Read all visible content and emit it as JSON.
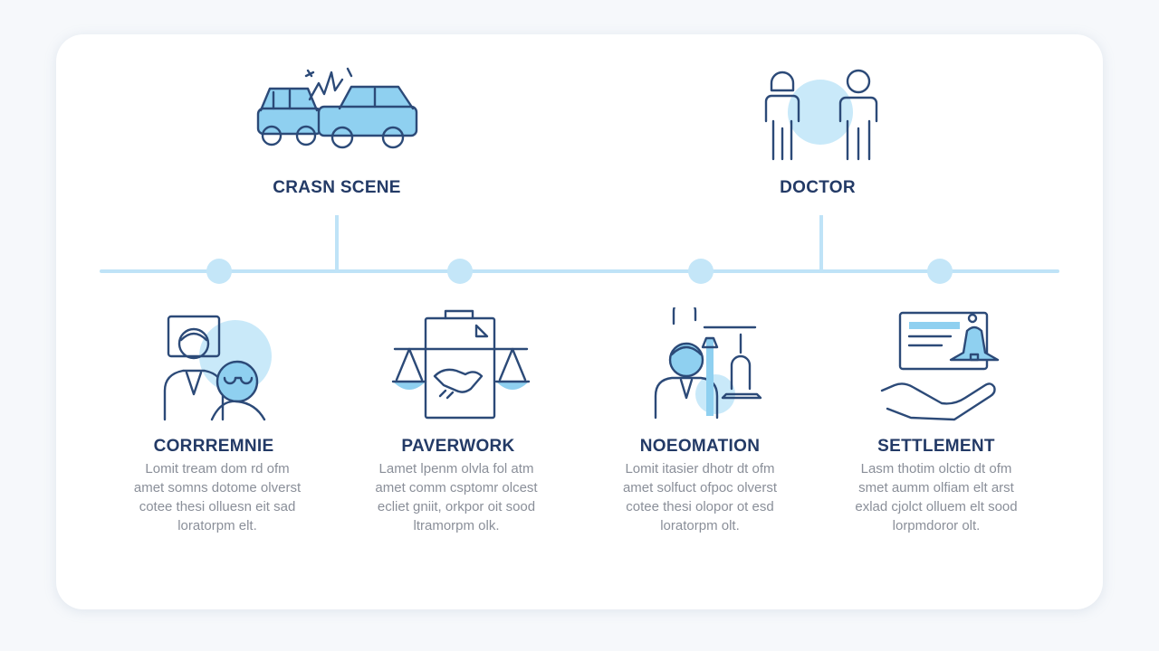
{
  "top_steps": [
    {
      "title": "CRASN SCENE",
      "icon": "car-crash-icon"
    },
    {
      "title": "DOCTOR",
      "icon": "people-icon"
    }
  ],
  "bottom_steps": [
    {
      "title": "CORRREMNIE",
      "icon": "doctor-patient-icon",
      "lines": [
        "Lomit tream dom rd ofm",
        "amet somns dotome olverst",
        "cotee thesi olluesn eit sad",
        "loratorpm elt."
      ]
    },
    {
      "title": "PAVERWORK",
      "icon": "legal-paperwork-icon",
      "lines": [
        "Lamet lpenm olvla fol atm",
        "amet comm csptomr olcest",
        "ecliet gniit, orkpor oit sood",
        "ltramorpm olk."
      ]
    },
    {
      "title": "NOEOMATION",
      "icon": "negotiation-icon",
      "lines": [
        "Lomit itasier dhotr dt ofm",
        "amet solfuct ofpoc olverst",
        "cotee thesi olopor ot esd",
        "loratorpm olt."
      ]
    },
    {
      "title": "SETTLEMENT",
      "icon": "settlement-icon",
      "lines": [
        "Lasm thotim olctio dt ofm",
        "smet aumm olfiam elt arst",
        "exlad cjolct olluem elt sood",
        "lorpmdoror olt."
      ]
    }
  ],
  "colors": {
    "accent_light": "#bfe3f7",
    "icon_fill": "#8fd0f0",
    "title": "#233a66",
    "text": "#8a8f99"
  }
}
